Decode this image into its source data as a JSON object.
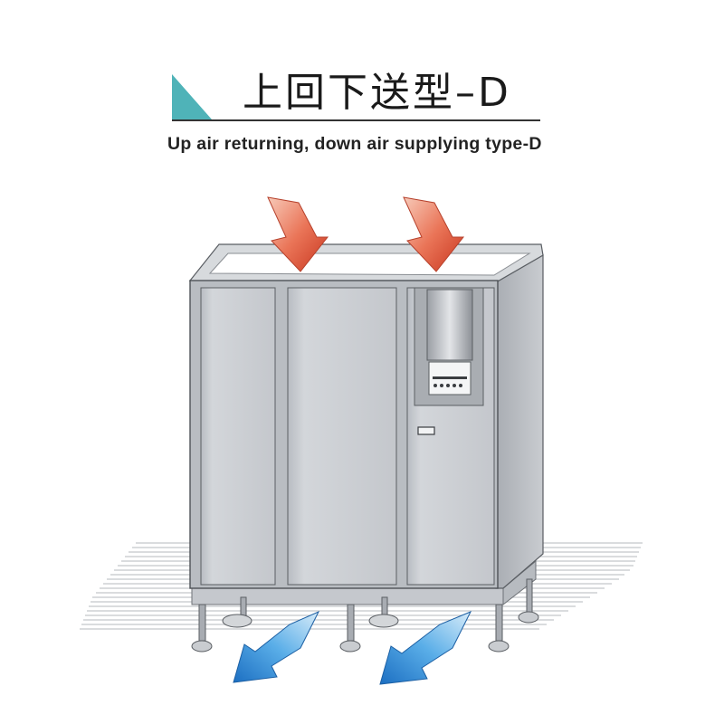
{
  "title": {
    "zh": "上回下送型–D",
    "en": "Up air returning, down air supplying type-D"
  },
  "colors": {
    "accent": "#4fb3b8",
    "return_arrow": "#e0624a",
    "supply_arrow": "#3a90d8",
    "cabinet": "#c9ccd1"
  },
  "arrows": {
    "return_air": {
      "direction": "down",
      "count": 2,
      "icon": "red-arrow-down-icon"
    },
    "supply_air": {
      "direction": "down-left",
      "count": 2,
      "icon": "blue-arrow-down-left-icon"
    }
  },
  "labels": {
    "controller": "controller-panel-icon"
  }
}
